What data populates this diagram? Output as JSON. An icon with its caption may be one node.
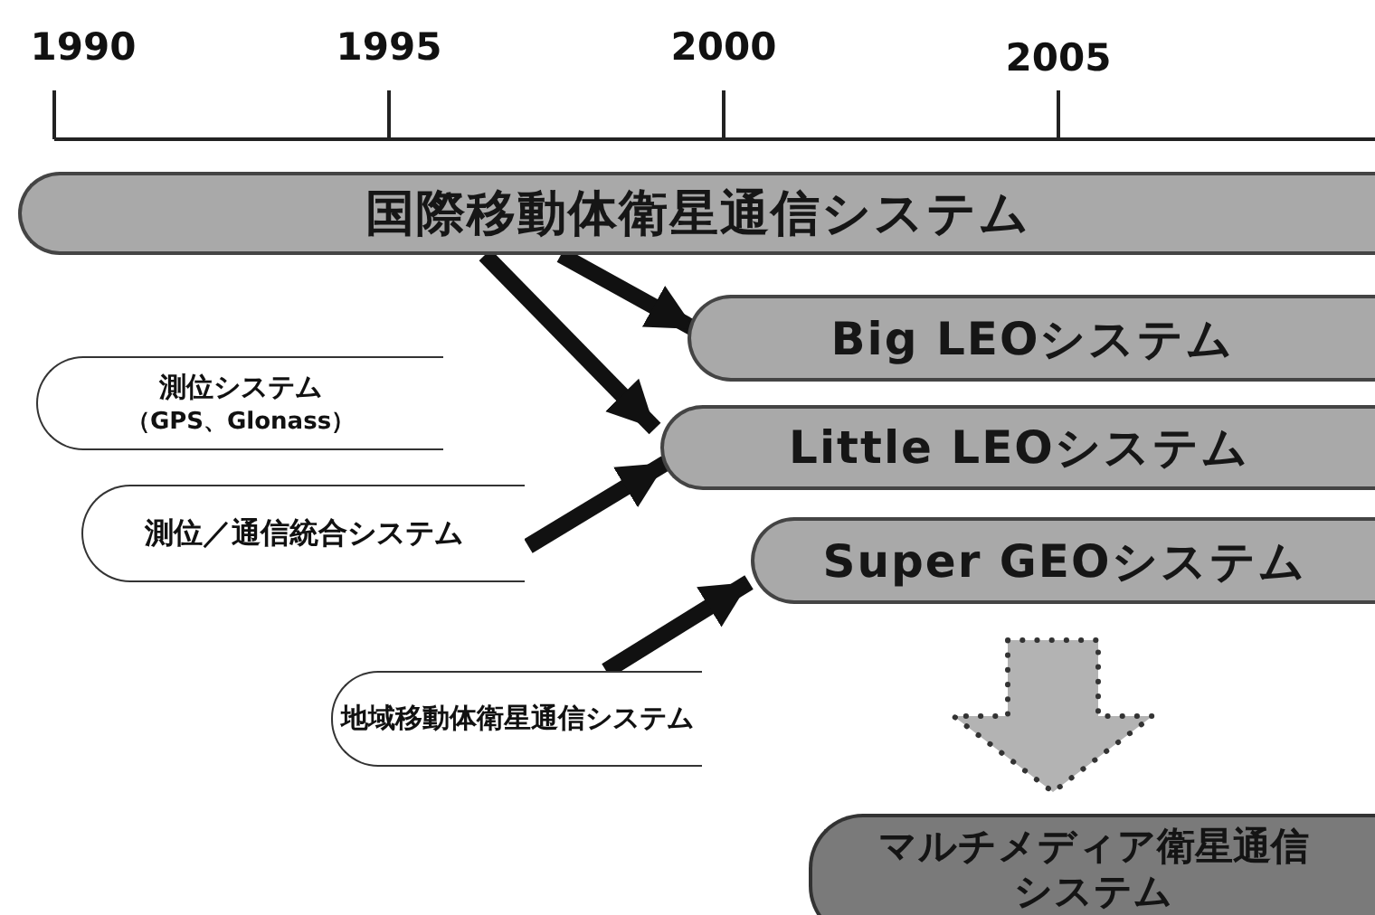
{
  "diagram": {
    "nodes": [
      {
        "text": [
          "国際移動体衛星通信システム"
        ]
      },
      {
        "text": [
          "Big LEOシステム"
        ]
      },
      {
        "text": [
          "Little LEOシステム"
        ]
      },
      {
        "text": [
          "Super GEOシステム"
        ]
      },
      {
        "text": [
          "測位システム",
          "（GPS、Glonass）"
        ]
      },
      {
        "text": [
          "測位／通信統合システム"
        ]
      },
      {
        "text": [
          "地域移動体衛星通信システム"
        ]
      },
      {
        "text": [
          "マルチメディア衛星通信システム"
        ]
      }
    ],
    "edges": [
      {
        "from": 0,
        "to": 1,
        "arrow": "to"
      },
      {
        "from": 0,
        "to": 2,
        "arrow": "to"
      },
      {
        "from": 5,
        "to": 2,
        "arrow": "to"
      },
      {
        "from": 6,
        "to": 3,
        "arrow": "to"
      },
      {
        "from": 3,
        "to": 7,
        "arrow": "to",
        "style": "dashed"
      }
    ],
    "labels": [
      "1990",
      "1995",
      "2000",
      "2005"
    ]
  }
}
